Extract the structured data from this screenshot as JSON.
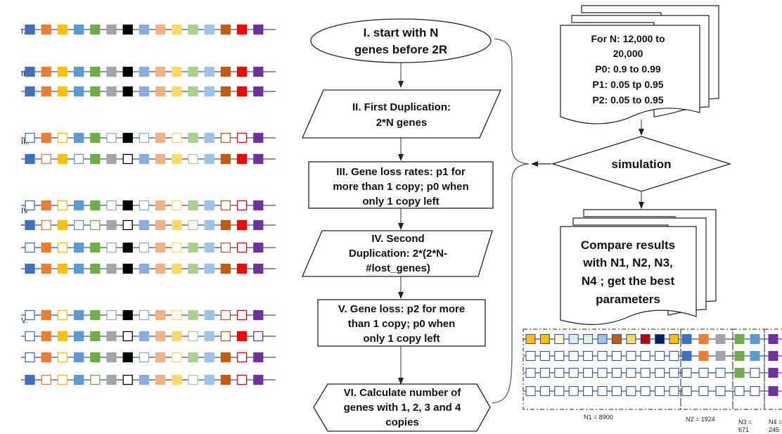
{
  "colors": {
    "line": "#2f55a4",
    "gene": [
      "#3f6fbf",
      "#ed7d31",
      "#ffc000",
      "#5b9bd5",
      "#70ad47",
      "#a5a5a5",
      "#000000",
      "#8ea9db",
      "#f4b183",
      "#ffd966",
      "#a9d18e",
      "#9dc3e6",
      "#c55a11",
      "#ff0000",
      "#7030a0"
    ],
    "legend_strip": [
      "#ffc000",
      "#fff2cc",
      "#deebf7",
      "#e2f0d9",
      "#9dc3e6",
      "#c55a11",
      "#ffd966",
      "#c00000",
      "#002060"
    ]
  },
  "stages": {
    "I": {
      "label": "I.",
      "rows": [
        [
          1,
          1,
          1,
          1,
          1,
          1,
          1,
          1,
          1,
          1,
          1,
          1,
          1,
          1,
          1
        ]
      ]
    },
    "II": {
      "label": "II.",
      "rows": [
        [
          1,
          1,
          1,
          1,
          1,
          1,
          1,
          1,
          1,
          1,
          1,
          1,
          1,
          1,
          1
        ],
        [
          1,
          1,
          1,
          1,
          1,
          1,
          1,
          1,
          1,
          1,
          1,
          1,
          1,
          1,
          1
        ]
      ]
    },
    "III": {
      "label": "III.",
      "rows": [
        [
          0,
          1,
          0,
          1,
          1,
          0,
          1,
          0,
          1,
          0,
          1,
          1,
          0,
          0,
          1
        ],
        [
          1,
          0,
          1,
          0,
          1,
          1,
          0,
          1,
          1,
          1,
          0,
          1,
          1,
          1,
          1
        ]
      ]
    },
    "IV": {
      "label": "IV",
      "sub": "·",
      "rows": [
        [
          0,
          1,
          0,
          1,
          1,
          0,
          1,
          0,
          1,
          0,
          1,
          1,
          0,
          0,
          1
        ],
        [
          1,
          0,
          1,
          0,
          0,
          1,
          0,
          1,
          1,
          1,
          0,
          1,
          1,
          1,
          1
        ],
        [
          0,
          1,
          0,
          1,
          1,
          0,
          1,
          0,
          1,
          0,
          1,
          1,
          0,
          0,
          1
        ],
        [
          1,
          1,
          1,
          1,
          1,
          1,
          1,
          1,
          1,
          1,
          1,
          1,
          1,
          1,
          1
        ]
      ]
    },
    "V": {
      "label": "V.",
      "rows": [
        [
          0,
          1,
          0,
          1,
          1,
          0,
          1,
          0,
          1,
          0,
          1,
          1,
          0,
          0,
          1
        ],
        [
          0,
          1,
          1,
          1,
          1,
          1,
          0,
          1,
          1,
          1,
          0,
          1,
          0,
          1,
          0
        ],
        [
          0,
          1,
          0,
          1,
          1,
          1,
          1,
          0,
          1,
          0,
          1,
          1,
          1,
          0,
          1
        ],
        [
          1,
          0,
          0,
          1,
          0,
          1,
          0,
          1,
          1,
          1,
          0,
          1,
          1,
          0,
          1
        ]
      ]
    }
  },
  "flowchart": {
    "step1": [
      "I. start with N",
      "genes before 2R"
    ],
    "step2": [
      "II. First Duplication:",
      "2*N genes"
    ],
    "step3": [
      "III. Gene loss rates: p1 for",
      "more than 1 copy; p0 when",
      "only 1 copy left"
    ],
    "step4": [
      "IV. Second",
      "Duplication: 2*(2*N-",
      "#lost_genes)"
    ],
    "step5": [
      "V. Gene loss: p2 for more",
      "than 1 copy; p0 when",
      "only 1 copy left"
    ],
    "step6": [
      "VI. Calculate number of",
      "genes with 1, 2, 3 and 4",
      "copies"
    ]
  },
  "params": {
    "lines": [
      "For N: 12,000 to",
      "20,000",
      "P0: 0.9 to 0.99",
      "P1: 0.05 tp 0.95",
      "P2: 0.05 to 0.95"
    ]
  },
  "simulation": {
    "label": "simulation"
  },
  "compare": {
    "lines": [
      "Compare results",
      "with N1, N2, N3,",
      "N4 ; get the best",
      "parameters"
    ]
  },
  "legend": {
    "n1": "N1 = 8900",
    "n2": "N2 = 1924",
    "n3a": "N3 =",
    "n3b": "671",
    "n4a": "N4 =",
    "n4b": "245"
  }
}
